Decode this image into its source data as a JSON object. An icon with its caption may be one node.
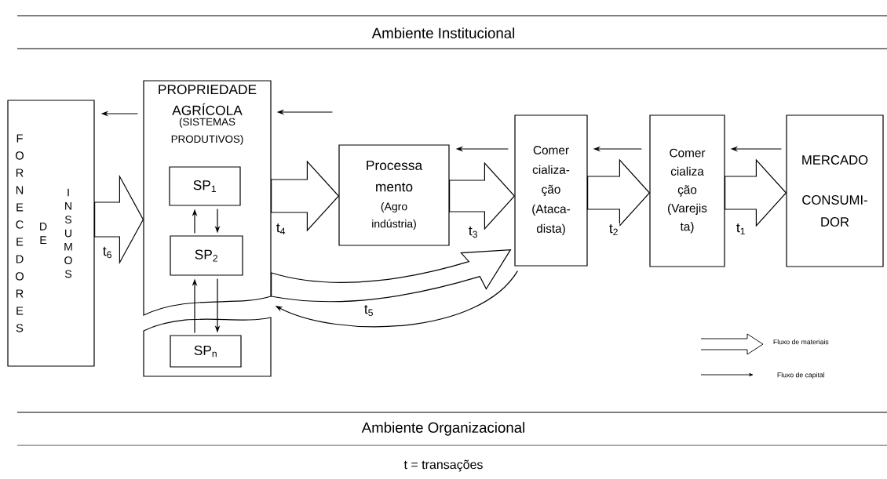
{
  "diagram": {
    "nodes": [
      {
        "text": [
          "FORNECEDORES",
          "DE",
          "INSUMOS"
        ]
      },
      {
        "text": [
          "PROPRIEDADE AGRÍCOLA",
          "(SISTEMAS PRODUTIVOS)"
        ]
      },
      {
        "text": [
          "SP$_{1}$"
        ],
        "in": 1
      },
      {
        "text": [
          "SP$_{2}$"
        ],
        "in": 1
      },
      {
        "text": [],
        "shape": "box"
      },
      {
        "text": [
          "SP$_{n}$"
        ],
        "in": 4
      },
      {
        "text": [
          "Processa mento",
          "(Agro indústria)"
        ]
      },
      {
        "text": [
          "Comer cializa- ção",
          "(Ataca- dista)"
        ]
      },
      {
        "text": [
          "Comer cializa ção",
          "(Varejis ta)"
        ]
      },
      {
        "text": [
          "MERCADO",
          "CONSUMI- DOR"
        ]
      }
    ],
    "edges": [
      {
        "from": 0,
        "to": 1,
        "arrow": "to",
        "label": "t$_{6}$",
        "style": "thick"
      },
      {
        "from": 1,
        "to": 6,
        "arrow": "to",
        "label": "t$_{4}$",
        "style": "thick"
      },
      {
        "from": 6,
        "to": 7,
        "arrow": "to",
        "label": "t$_{3}$",
        "style": "thick"
      },
      {
        "from": 7,
        "to": 8,
        "arrow": "to",
        "label": "t$_{2}$",
        "style": "thick"
      },
      {
        "from": 8,
        "to": 9,
        "arrow": "to",
        "label": "t$_{1}$",
        "style": "thick"
      },
      {
        "from": 1,
        "to": 7,
        "arrow": "to",
        "style": "thick"
      },
      {
        "from": 1,
        "to": 0,
        "arrow": "to"
      },
      {
        "from": 6,
        "to": 1,
        "arrow": "to"
      },
      {
        "from": 7,
        "to": 6,
        "arrow": "to"
      },
      {
        "from": 8,
        "to": 7,
        "arrow": "to"
      },
      {
        "from": 9,
        "to": 8,
        "arrow": "to"
      },
      {
        "from": 7,
        "to": 1,
        "arrow": "to",
        "label": "t$_{5}$"
      },
      {
        "from": 3,
        "to": 2,
        "arrow": "to"
      },
      {
        "from": 2,
        "to": 3,
        "arrow": "to"
      },
      {
        "from": 5,
        "to": 3,
        "arrow": "to"
      },
      {
        "from": 3,
        "to": 5,
        "arrow": "to"
      }
    ],
    "labels": [
      "Ambiente Institucional",
      "Ambiente Organizacional",
      "t = transações"
    ],
    "legend": [
      {
        "text": "Fluxo de materiais"
      },
      {
        "text": "Fluxo de capital"
      }
    ]
  }
}
